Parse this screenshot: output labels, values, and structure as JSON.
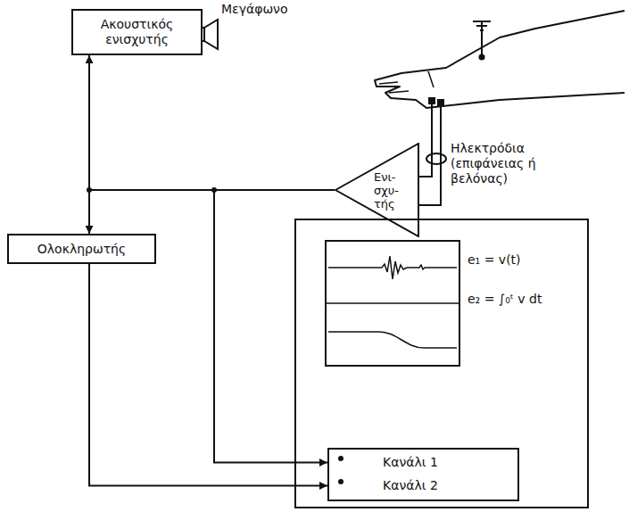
{
  "diagram": {
    "nodes": [
      {
        "text": [
          "Ακουστικός ενισχυτής"
        ]
      },
      {
        "text": [
          "Ενι- σχυ- τής"
        ]
      },
      {
        "text": [
          "Ολοκληρωτής"
        ]
      },
      {
        "text": [
          "e₁ = v(t)",
          "e₂ = ∫₀ᵗ v dt"
        ]
      },
      {
        "text": [
          "Κανάλι 1",
          "Κανάλι 2"
        ],
        "in": 3
      }
    ],
    "edges": [
      {
        "from": 1,
        "to": 0,
        "arrow": "to"
      },
      {
        "from": 1,
        "to": 2,
        "arrow": "to"
      },
      {
        "from": 1,
        "to": 4,
        "arrow": "to"
      },
      {
        "from": 2,
        "to": 4,
        "arrow": "to"
      }
    ],
    "labels": [
      "Μεγάφωνο",
      "Ηλεκτρόδια (επιφάνειας ή βελόνας)"
    ]
  }
}
